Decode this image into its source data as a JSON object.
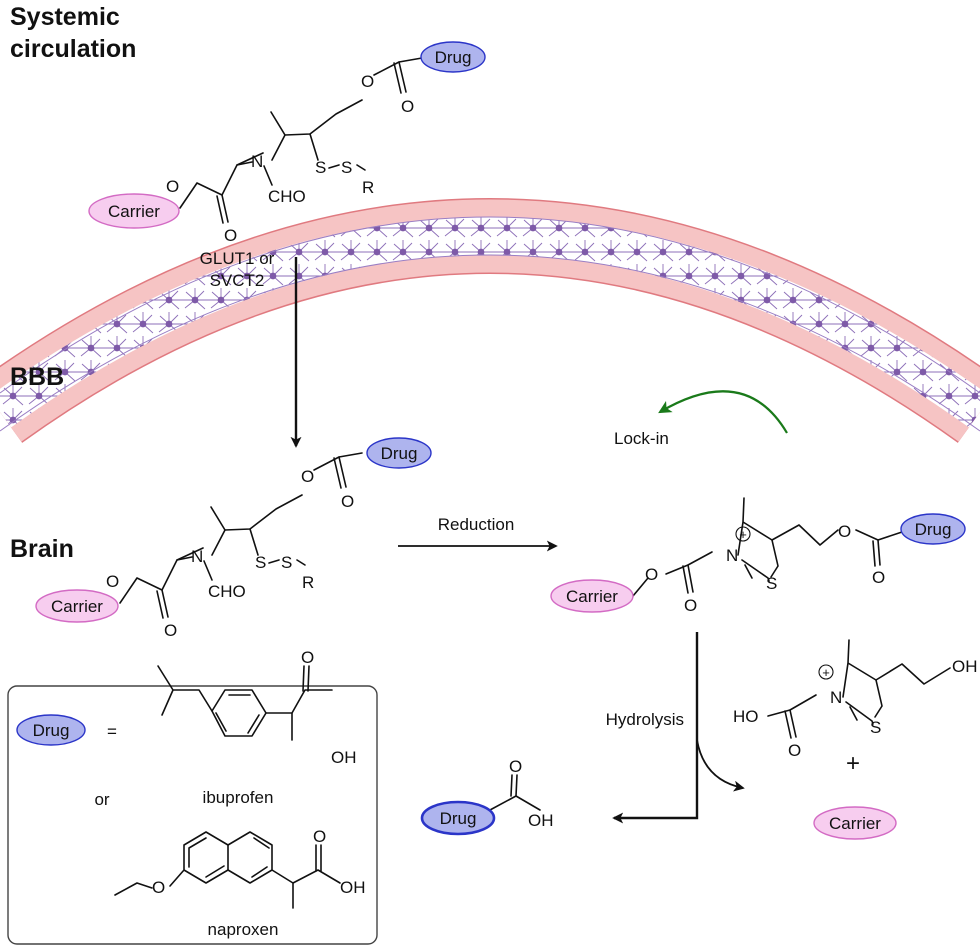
{
  "labels": {
    "systemic": [
      "Systemic",
      "circulation"
    ],
    "bbb": "BBB",
    "brain": "Brain",
    "transport": [
      "GLUT1 or",
      "SVCT2"
    ],
    "lock_in": "Lock-in",
    "reduction": "Reduction",
    "hydrolysis": "Hydrolysis",
    "plus": "+",
    "equals": "=",
    "or": "or",
    "ibuprofen": "ibuprofen",
    "naproxen": "naproxen"
  },
  "pills": {
    "drug": "Drug",
    "carrier": "Carrier"
  },
  "atoms": {
    "O": "O",
    "N": "N",
    "S": "S",
    "R": "R",
    "CHO": "CHO",
    "OH": "OH",
    "HO": "HO",
    "plus_charge": "+"
  },
  "colors": {
    "drug_fill": "#aeb4ee",
    "drug_stroke": "#2b35c8",
    "carrier_fill": "#f7cdef",
    "carrier_stroke": "#d36bc4",
    "membrane_fill": "#f6c4c4",
    "membrane_stroke": "#e07a80",
    "cell_color": "#7e5aa8",
    "lockin_arrow": "#1a7a1a"
  }
}
